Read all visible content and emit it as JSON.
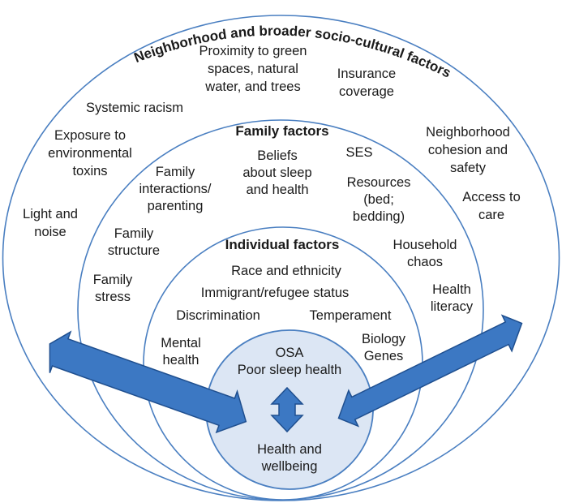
{
  "outer_title": "Neighborhood and broader socio-cultural factors",
  "outer_factors": {
    "green_spaces": [
      "Proximity to green",
      "spaces, natural",
      "water, and trees"
    ],
    "insurance": [
      "Insurance",
      "coverage"
    ],
    "systemic_racism": [
      "Systemic racism"
    ],
    "environmental_toxins": [
      "Exposure to",
      "environmental",
      "toxins"
    ],
    "light_noise": [
      "Light and",
      "noise"
    ],
    "neighborhood_cohesion": [
      "Neighborhood",
      "cohesion and",
      "safety"
    ],
    "access_to_care": [
      "Access to",
      "care"
    ]
  },
  "family_title": "Family factors",
  "family_factors": {
    "beliefs": [
      "Beliefs",
      "about sleep",
      "and health"
    ],
    "ses": [
      "SES"
    ],
    "family_interactions": [
      "Family",
      "interactions/",
      "parenting"
    ],
    "resources": [
      "Resources",
      "(bed;",
      "bedding)"
    ],
    "family_structure": [
      "Family",
      "structure"
    ],
    "household_chaos": [
      "Household",
      "chaos"
    ],
    "family_stress": [
      "Family",
      "stress"
    ],
    "health_literacy": [
      "Health",
      "literacy"
    ]
  },
  "individual_title": "Individual factors",
  "individual_factors": {
    "race": [
      "Race and ethnicity"
    ],
    "immigrant": [
      "Immigrant/refugee status"
    ],
    "discrimination": [
      "Discrimination"
    ],
    "temperament": [
      "Temperament"
    ],
    "mental_health": [
      "Mental",
      "health"
    ],
    "biology": [
      "Biology",
      "Genes"
    ]
  },
  "core": {
    "top": [
      "OSA",
      "Poor sleep health"
    ],
    "bottom": [
      "Health and",
      "wellbeing"
    ]
  },
  "colors": {
    "ring_stroke": "#4a7fc1",
    "core_fill": "#dce6f4",
    "arrow_fill": "#3c78c3",
    "arrow_stroke": "#1f4f8f"
  }
}
